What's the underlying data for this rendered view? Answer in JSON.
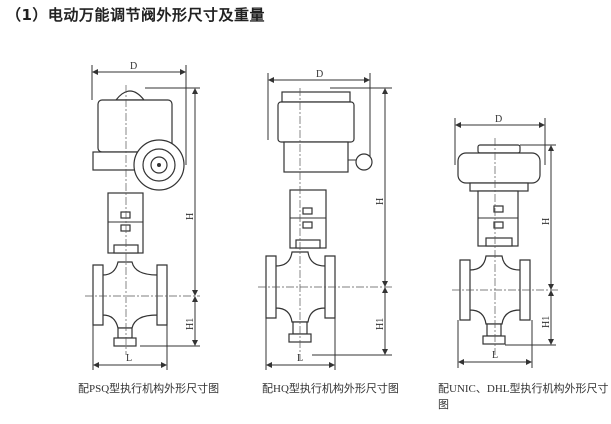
{
  "title": "（1）电动万能调节阀外形尺寸及重量",
  "drawings": [
    {
      "caption": "配PSQ型执行机构外形尺寸图",
      "dims": {
        "D": "D",
        "H": "H",
        "H1": "H1",
        "L": "L"
      }
    },
    {
      "caption": "配HQ型执行机构外形尺寸图",
      "dims": {
        "D": "D",
        "H": "H",
        "H1": "H1",
        "L": "L"
      }
    },
    {
      "caption": "配UNIC、DHL型执行机构外形尺寸图",
      "dims": {
        "D": "D",
        "H": "H",
        "H1": "H1",
        "L": "L"
      }
    }
  ]
}
